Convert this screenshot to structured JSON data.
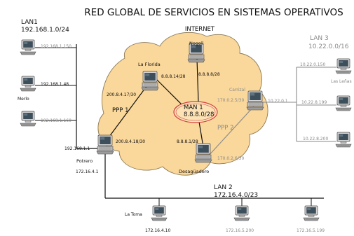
{
  "title": "RED GLOBAL DE SERVICIOS EN SISTEMAS OPERATIVOS",
  "colors": {
    "cloud_fill": "#fad79a",
    "cloud_stroke": "#8c7a55",
    "man_ring": "#d04040",
    "wire_black": "#111111",
    "wire_gray": "#8a8a8a"
  },
  "internet": {
    "label": "INTERNET"
  },
  "lan1": {
    "name": "LAN1",
    "network": "192.168.1.0/24",
    "hosts": [
      {
        "ip": "192.168.1.150",
        "name": ""
      },
      {
        "ip": "192.168.1.48",
        "name": "Merlo"
      },
      {
        "ip": "192.168.1.160",
        "name": ""
      }
    ]
  },
  "lan2": {
    "name": "LAN 2",
    "network": "172.16.4.0/23",
    "hosts": [
      {
        "name": "La Toma",
        "ip": "172.16.4.10"
      },
      {
        "name": "",
        "ip": "172.16.5.200"
      },
      {
        "name": "",
        "ip": "172.16.5.199"
      }
    ]
  },
  "lan3": {
    "name": "LAN 3",
    "network": "10.22.0.0/16",
    "hosts": [
      {
        "ip": "10.22.0.150",
        "name": "Las Leñas"
      },
      {
        "ip": "10.22.8.199",
        "name": ""
      },
      {
        "ip": "10.22.8.200",
        "name": ""
      }
    ]
  },
  "routers": {
    "potrero": {
      "name": "Potrero",
      "lan_ip": "192.168.1.1",
      "lan2_ip": "172.16.4.1",
      "ppp1_ip": "200.8.4.18/30"
    },
    "la_florida": {
      "name": "La Florida",
      "ppp1_ip": "200.8.4.17/30",
      "man_ip": "8.8.8.14/28"
    },
    "nogoli": {
      "name": "Nogoli",
      "man_ip": "8.8.8.8/28"
    },
    "desaguadero": {
      "name": "Desagüadero",
      "man_ip": "8.8.8.1/28",
      "ppp2_ip": "170.0.2.6/30"
    },
    "carrizal": {
      "name": "Carrizal",
      "ppp2_ip": "170.0.2.5/30",
      "lan_ip": "10.22.0.1"
    }
  },
  "links": {
    "ppp1": "PPP 1",
    "ppp2": "PPP 2"
  },
  "man": {
    "name": "MAN 1",
    "network": "8.8.8.0/28"
  }
}
